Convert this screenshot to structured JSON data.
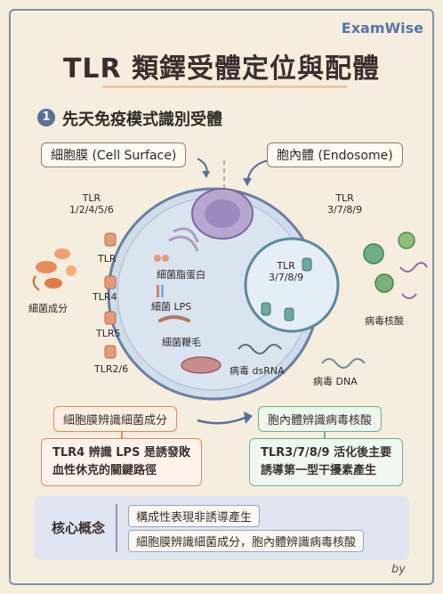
{
  "brand": "ExamWise",
  "title": "TLR 類鐸受體定位與配體",
  "section": {
    "number": "1",
    "title": "先天免疫模式識別受體"
  },
  "surface_tag": "細胞膜 (Cell Surface)",
  "endosome_tag": "胞內體 (Endosome)",
  "labels": {
    "tlr_surface_top": [
      "TLR",
      "1/2/4/5/6"
    ],
    "tlr_endo_top": [
      "TLR",
      "3/7/8/9"
    ],
    "tlr_inner": [
      "TLR",
      "3/7/8/9"
    ],
    "tlr": "TLR",
    "tlr4": "TLR4",
    "tlr5": "TLR5",
    "tlr26": "TLR2/6",
    "bacteria": "細菌成分",
    "lipoprotein": "細菌脂蛋白",
    "lps": "細菌 LPS",
    "flagellin": "細菌鞭毛",
    "viral_na": "病毒核酸",
    "dsrna": "病毒 dsRNA",
    "dna": "病毒 DNA"
  },
  "surface_box": "細胞膜辨識細菌成分",
  "endosome_box": "胞內體辨識病毒核酸",
  "surface_note": [
    "TLR4 辨識 LPS 是誘發敗",
    "血性休克的關鍵路徑"
  ],
  "endosome_note": [
    "TLR3/7/8/9 活化後主要",
    "誘導第一型干擾素產生"
  ],
  "core": {
    "label": "核心概念",
    "items": [
      "構成性表現非誘導產生",
      "細胞膜辨識細菌成分，胞內體辨識病毒核酸"
    ]
  },
  "by": "by"
}
